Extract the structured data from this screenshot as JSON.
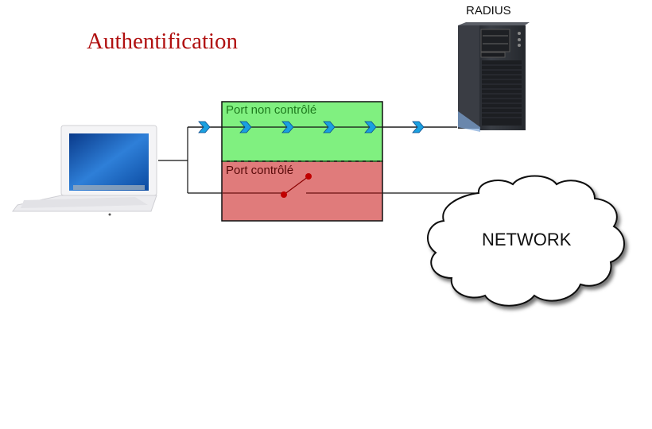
{
  "title": "Authentification",
  "server": {
    "label": "RADIUS",
    "icon": "server-tower-icon"
  },
  "client": {
    "icon": "laptop-icon"
  },
  "switch_port": {
    "uncontrolled": {
      "label": "Port non contrôlé",
      "color": "#80f080"
    },
    "controlled": {
      "label": "Port contrôlé",
      "color": "#e07b7b",
      "switch_state": "open"
    }
  },
  "network": {
    "label": "NETWORK",
    "icon": "cloud-icon"
  },
  "colors": {
    "title": "#b01010",
    "arrow": "#1aa0e0",
    "switch_contact": "#c00000"
  },
  "arrows_count": 6
}
